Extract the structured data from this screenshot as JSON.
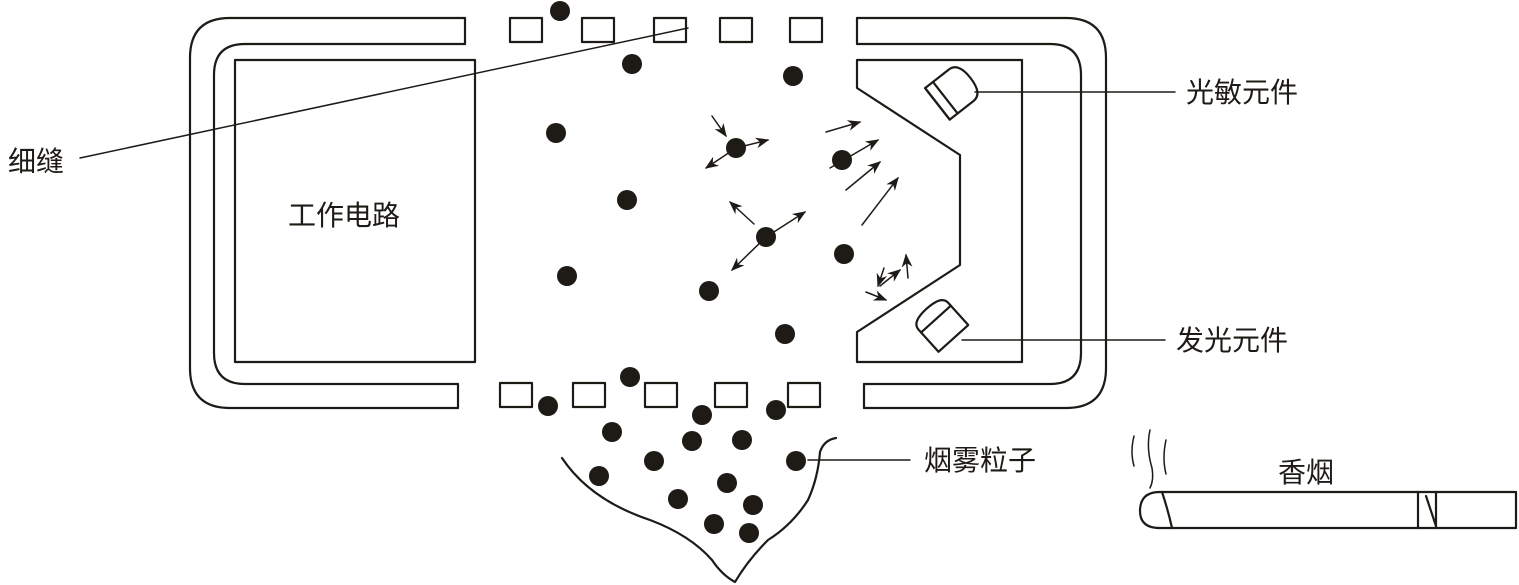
{
  "labels": {
    "slit": "细缝",
    "circuit": "工作电路",
    "photosensor": "光敏元件",
    "emitter": "发光元件",
    "smoke_particles": "烟雾粒子",
    "cigarette": "香烟"
  },
  "colors": {
    "ink": "#1e1b16",
    "background": "#ffffff"
  }
}
